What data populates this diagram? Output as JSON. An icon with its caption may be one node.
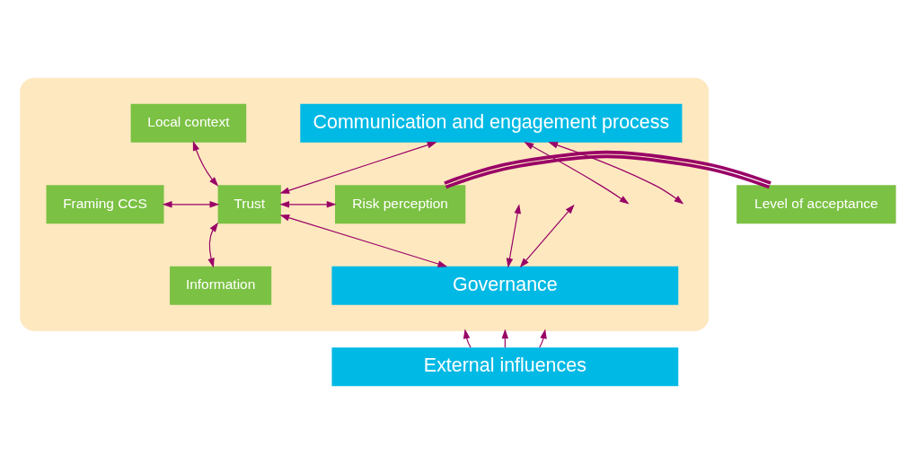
{
  "diagram": {
    "nodes": [
      {
        "text": [],
        "shape": "box"
      },
      {
        "text": [
          "Communication and engagement process"
        ],
        "in": 0
      },
      {
        "text": [
          "Local context"
        ],
        "in": 0
      },
      {
        "text": [
          "Framing CCS"
        ],
        "in": 0
      },
      {
        "text": [
          "Information"
        ],
        "in": 0
      },
      {
        "text": [
          "Trust"
        ],
        "in": 0
      },
      {
        "text": [
          "Risk perception"
        ],
        "in": 0
      },
      {
        "text": [
          "Governance"
        ],
        "in": 0
      },
      {
        "text": [
          "Level of acceptance"
        ]
      },
      {
        "text": [
          "External influences"
        ]
      }
    ],
    "edges": [
      {
        "from": 2,
        "to": 5,
        "arrow": "both"
      },
      {
        "from": 3,
        "to": 5,
        "arrow": "both"
      },
      {
        "from": 4,
        "to": 5,
        "arrow": "both"
      },
      {
        "from": 1,
        "to": null,
        "arrow": "both"
      },
      {
        "from": 1,
        "to": 5,
        "arrow": "both"
      },
      {
        "from": 1,
        "to": null,
        "arrow": "both"
      },
      {
        "from": 5,
        "to": 6,
        "arrow": "both"
      },
      {
        "from": null,
        "to": 7,
        "arrow": "both"
      },
      {
        "from": 5,
        "to": 7,
        "arrow": "both"
      },
      {
        "from": null,
        "to": 7,
        "arrow": "both"
      },
      {
        "from": 6,
        "to": 8,
        "arrow": "none",
        "style": "thick"
      },
      {
        "from": 9,
        "to": 0,
        "arrow": "to"
      },
      {
        "from": 9,
        "to": 0,
        "arrow": "to"
      },
      {
        "from": 9,
        "to": 0,
        "arrow": "to"
      }
    ]
  }
}
